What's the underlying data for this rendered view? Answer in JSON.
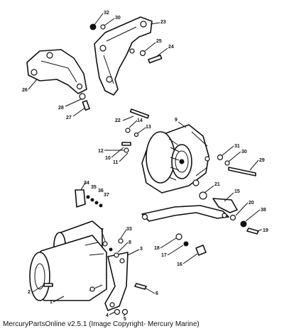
{
  "footer": {
    "caption": "MercuryPartsOnline v2.5.1 (Image Copyright- Mercury Marine)"
  },
  "callouts": [
    {
      "id": "c32",
      "label": "32"
    },
    {
      "id": "c30a",
      "label": "30"
    },
    {
      "id": "c23",
      "label": "23"
    },
    {
      "id": "c25",
      "label": "25"
    },
    {
      "id": "c24",
      "label": "24"
    },
    {
      "id": "c26",
      "label": "26"
    },
    {
      "id": "c28",
      "label": "28"
    },
    {
      "id": "c27",
      "label": "27"
    },
    {
      "id": "c22",
      "label": "22"
    },
    {
      "id": "c14",
      "label": "14"
    },
    {
      "id": "c13",
      "label": "13"
    },
    {
      "id": "c9",
      "label": "9"
    },
    {
      "id": "c12",
      "label": "12"
    },
    {
      "id": "c10",
      "label": "10"
    },
    {
      "id": "c11",
      "label": "11"
    },
    {
      "id": "c31",
      "label": "31"
    },
    {
      "id": "c30b",
      "label": "30"
    },
    {
      "id": "c29",
      "label": "29"
    },
    {
      "id": "c21",
      "label": "21"
    },
    {
      "id": "c15",
      "label": "15"
    },
    {
      "id": "c34",
      "label": "34"
    },
    {
      "id": "c35",
      "label": "35"
    },
    {
      "id": "c36",
      "label": "36"
    },
    {
      "id": "c37",
      "label": "37"
    },
    {
      "id": "c20",
      "label": "20"
    },
    {
      "id": "c38",
      "label": "38"
    },
    {
      "id": "c19",
      "label": "19"
    },
    {
      "id": "c7",
      "label": "7"
    },
    {
      "id": "c33",
      "label": "33"
    },
    {
      "id": "c8",
      "label": "8"
    },
    {
      "id": "c3",
      "label": "3"
    },
    {
      "id": "c18",
      "label": "18"
    },
    {
      "id": "c17",
      "label": "17"
    },
    {
      "id": "c16",
      "label": "16"
    },
    {
      "id": "c2",
      "label": "2"
    },
    {
      "id": "c1",
      "label": "1"
    },
    {
      "id": "c6",
      "label": "6"
    },
    {
      "id": "c4",
      "label": "4"
    },
    {
      "id": "c5",
      "label": "5"
    }
  ]
}
